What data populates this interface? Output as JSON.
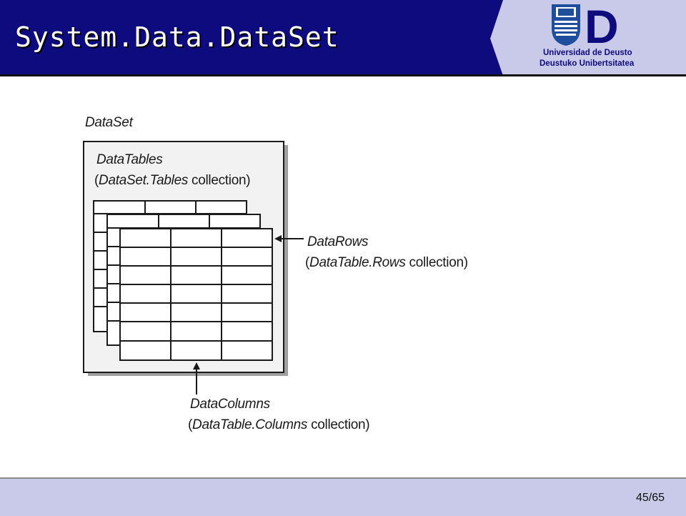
{
  "header": {
    "title": "System.Data.DataSet",
    "colors": {
      "band": "#0d0b7e",
      "logo_panel": "#c9c9e9"
    }
  },
  "logo": {
    "icon": "university-shield-logo",
    "letter": "D",
    "line1": "Universidad de Deusto",
    "line2": "Deustuko Unibertsitatea"
  },
  "diagram": {
    "dataset_label": "DataSet",
    "datatables": {
      "name": "DataTables",
      "paren_open": "(",
      "ref": "DataSet.Tables",
      "suffix": " collection)"
    },
    "datarows": {
      "name": "DataRows",
      "paren_open": "(",
      "ref": "DataTable.Rows",
      "suffix": " collection)"
    },
    "datacolumns": {
      "name": "DataColumns",
      "paren_open": "(",
      "ref": "DataTable.Columns",
      "suffix": " collection)"
    }
  },
  "footer": {
    "page": "45/65"
  }
}
